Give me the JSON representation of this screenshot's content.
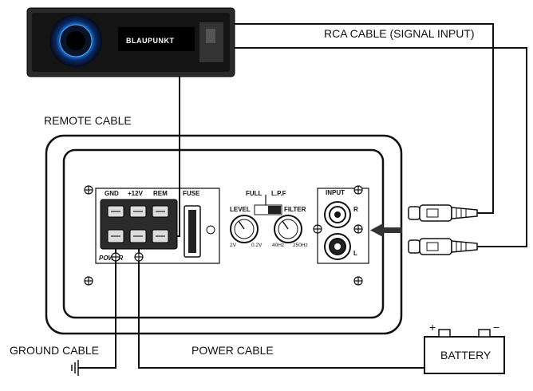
{
  "labels": {
    "rca_cable": "RCA CABLE (SIGNAL INPUT)",
    "remote_cable": "REMOTE CABLE",
    "ground_cable": "GROUND  CABLE",
    "power_cable": "POWER CABLE",
    "battery": "BATTERY",
    "battery_plus": "+",
    "battery_minus": "−"
  },
  "head_unit": {
    "brand": "BLAUPUNKT"
  },
  "terminal": {
    "gnd": "GND",
    "v12": "+12V",
    "rem": "REM",
    "fuse": "FUSE",
    "power": "POWER"
  },
  "controls": {
    "full": "FULL",
    "lpf": "L.P.F",
    "level": "LEVEL",
    "filter": "FILTER",
    "level_min": "2V",
    "level_max": "0.2V",
    "filter_min": "40Hz",
    "filter_max": "250Hz"
  },
  "input": {
    "title": "INPUT",
    "r": "R",
    "l": "L"
  },
  "colors": {
    "line": "#111111",
    "head_unit_body": "#1a1a1a",
    "head_unit_accent": "#1e90ff"
  }
}
